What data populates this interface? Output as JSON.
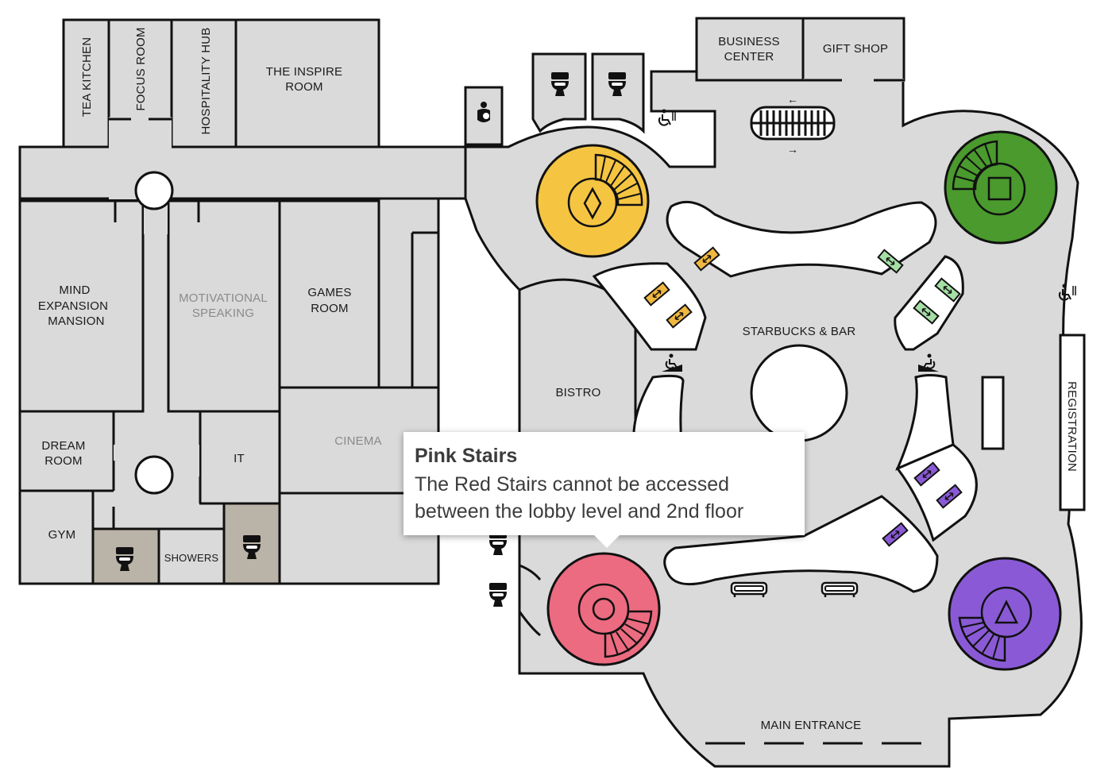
{
  "rooms": {
    "tea_kitchen": "TEA KITCHEN",
    "focus_room": "FOCUS ROOM",
    "hospitality_hub": "HOSPITALITY HUB",
    "inspire_room_1": "THE INSPIRE",
    "inspire_room_2": "ROOM",
    "mind_1": "MIND",
    "mind_2": "EXPANSION",
    "mind_3": "MANSION",
    "motivational_1": "MOTIVATIONAL",
    "motivational_2": "SPEAKING",
    "games_1": "GAMES",
    "games_2": "ROOM",
    "cinema": "CINEMA",
    "dream_1": "DREAM",
    "dream_2": "ROOM",
    "it": "IT",
    "gym": "GYM",
    "showers": "SHOWERS",
    "business_1": "BUSINESS",
    "business_2": "CENTER",
    "gift_shop": "GIFT SHOP",
    "starbucks": "STARBUCKS & BAR",
    "bistro": "BISTRO",
    "registration": "REGISTRATION",
    "main_entrance": "MAIN ENTRANCE"
  },
  "stairs": {
    "yellow": "#f5c542",
    "green": "#4a9a2e",
    "pink": "#ec6b80",
    "purple": "#8a5ad6"
  },
  "escalator_colors": {
    "yellow": "#f0b840",
    "green": "#a6dfa6",
    "purple": "#8a5ad6"
  },
  "icons": [
    "toilet-icon",
    "nursing-room-icon",
    "accessible-icon",
    "ramp-icon",
    "sofa-icon",
    "escalator-icon"
  ],
  "tooltip": {
    "title": "Pink Stairs",
    "line1": "The Red Stairs cannot be accessed",
    "line2": "between the lobby level and 2nd floor"
  }
}
